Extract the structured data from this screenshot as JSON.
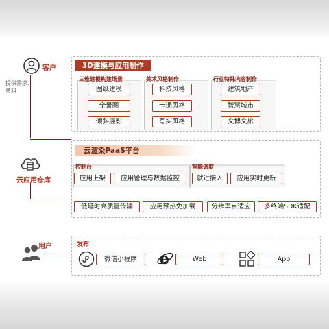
{
  "actors": {
    "customer": "客户",
    "customer_note_line1": "提供需求、",
    "customer_note_line2": "资料",
    "cloud_repo": "云应用仓库",
    "user": "用户"
  },
  "section_3d": {
    "title": "3D建模与应用制作",
    "groups": [
      {
        "label": "三维建模构建场景",
        "items": [
          "图纸建模",
          "全景图",
          "倾斜摄影"
        ]
      },
      {
        "label": "美术风格制作",
        "items": [
          "科技风格",
          "卡通风格",
          "写实风格"
        ]
      },
      {
        "label": "行业特殊内容制作",
        "items": [
          "建筑地产",
          "智慧城市",
          "文博文旅"
        ]
      }
    ]
  },
  "section_paas": {
    "title": "云渲染PaaS平台",
    "console": {
      "label": "控制台",
      "items": [
        "应用上架",
        "应用管理与数据监控"
      ]
    },
    "scheduling": {
      "label": "智能调度",
      "items": [
        "就近接入",
        "应用实时更新"
      ]
    },
    "features": [
      "低延时高质量传输",
      "应用预热免加载",
      "分辨率自适应",
      "多终端SDK适配"
    ]
  },
  "section_publish": {
    "label": "发布",
    "channels": [
      {
        "label": "微信小程序",
        "icon": "wechat-miniprogram-icon"
      },
      {
        "label": "Web",
        "icon": "ie-browser-icon"
      },
      {
        "label": "App",
        "icon": "app-grid-icon"
      }
    ]
  },
  "colors": {
    "accent": "#b13a24",
    "dark_red": "#8a1a12",
    "dash": "#b7b7b7"
  }
}
